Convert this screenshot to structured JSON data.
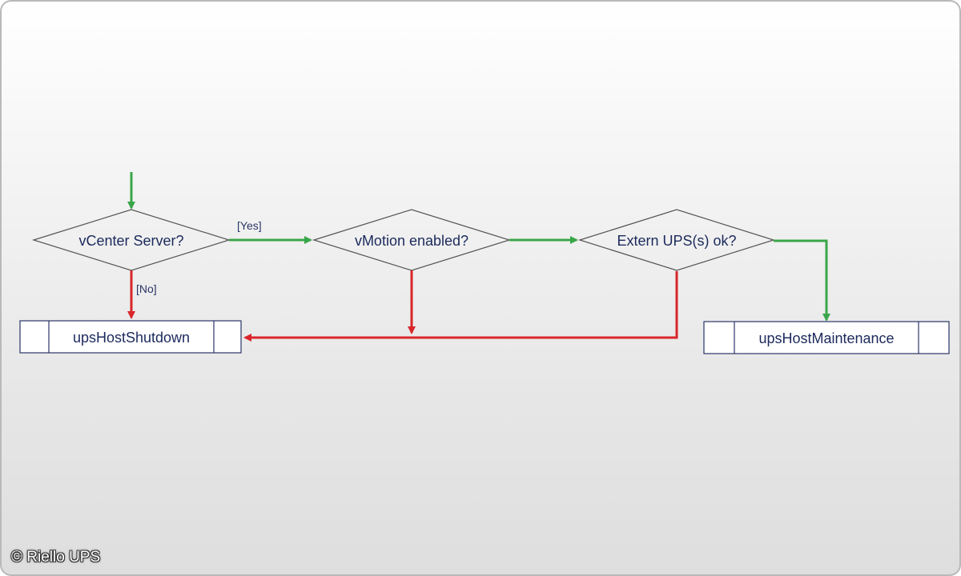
{
  "flowchart": {
    "decisions": {
      "vcenter": "vCenter Server?",
      "vmotion": "vMotion enabled?",
      "ups": "Extern UPS(s) ok?"
    },
    "processes": {
      "shutdown": "upsHostShutdown",
      "maintenance": "upsHostMaintenance"
    },
    "edge_labels": {
      "yes": "[Yes]",
      "no": "[No]"
    },
    "colors": {
      "yes_arrow": "#3aa64a",
      "no_arrow": "#d9262a",
      "shape_stroke": "#2a3566"
    }
  },
  "footer": {
    "copyright": "© Riello UPS"
  }
}
